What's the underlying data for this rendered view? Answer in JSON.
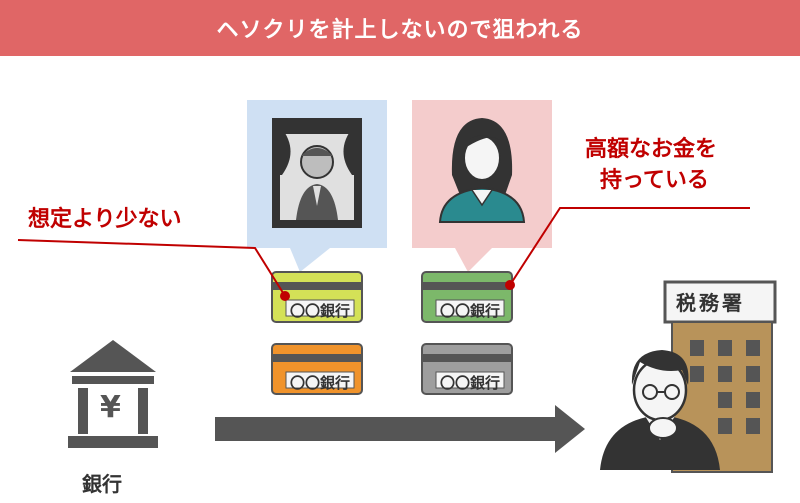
{
  "banner": {
    "title": "ヘソクリを計上しないので狙われる"
  },
  "callouts": {
    "left": "想定より少ない",
    "right_line1": "高額なお金を",
    "right_line2": "持っている"
  },
  "cards": {
    "label": "〇〇銀行"
  },
  "bank": {
    "label": "銀行",
    "symbol": "¥"
  },
  "tax_office": {
    "label": "税務署"
  },
  "colors": {
    "banner": "#e06666",
    "callout": "#c00000",
    "card_yellow": "#d4e157",
    "card_orange": "#f0932b",
    "card_green": "#7cb86a",
    "card_gray": "#9e9e9e",
    "bubble_blue": "#cfe0f3",
    "bubble_pink": "#f4cccc"
  },
  "icons": [
    "bank-icon",
    "yen-icon",
    "arrow-right-icon",
    "tax-office-building-icon",
    "inspector-icon",
    "deceased-portrait-icon",
    "woman-icon"
  ]
}
